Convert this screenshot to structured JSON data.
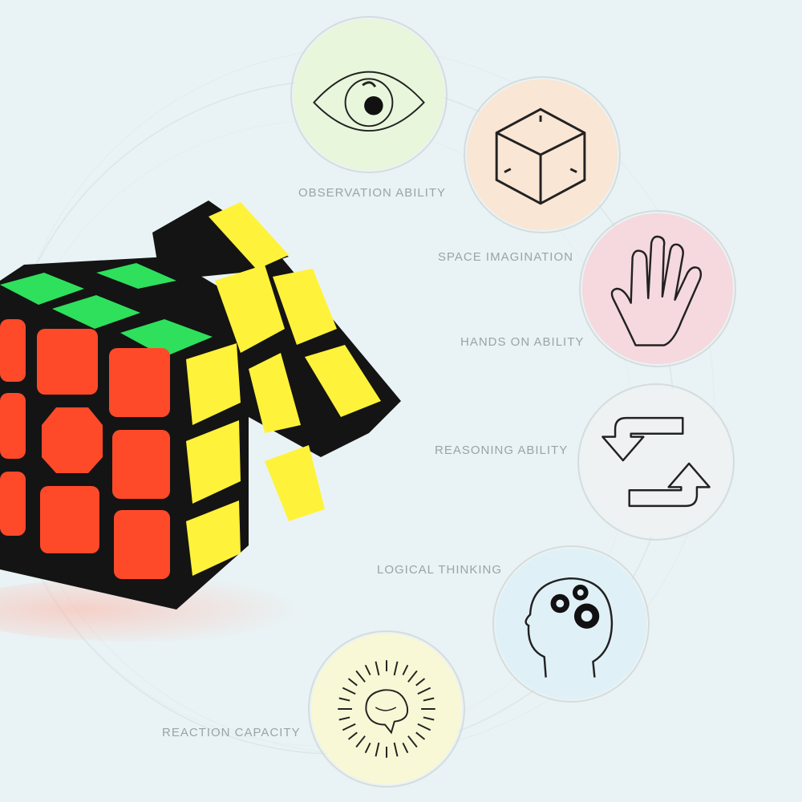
{
  "colors": {
    "background": "#e9f3f5",
    "cube_body": "#141414",
    "sticker_red": "#ff4a2a",
    "sticker_yellow": "#fff23a",
    "sticker_green": "#2ee05c",
    "label_text": "#9aa3a6"
  },
  "abilities": [
    {
      "label": "OBSERVATION ABILITY",
      "icon": "eye-icon",
      "fill": "#e8f6dc"
    },
    {
      "label": "SPACE IMAGINATION",
      "icon": "cube-icon",
      "fill": "#f9e6d5"
    },
    {
      "label": "HANDS ON ABILITY",
      "icon": "hand-icon",
      "fill": "#f5d9de"
    },
    {
      "label": "REASONING ABILITY",
      "icon": "cycle-arrows-icon",
      "fill": "#eff2f2"
    },
    {
      "label": "LOGICAL THINKING",
      "icon": "head-gears-icon",
      "fill": "#e0f0f7"
    },
    {
      "label": "REACTION CAPACITY",
      "icon": "brain-burst-icon",
      "fill": "#f8f8d6"
    }
  ]
}
